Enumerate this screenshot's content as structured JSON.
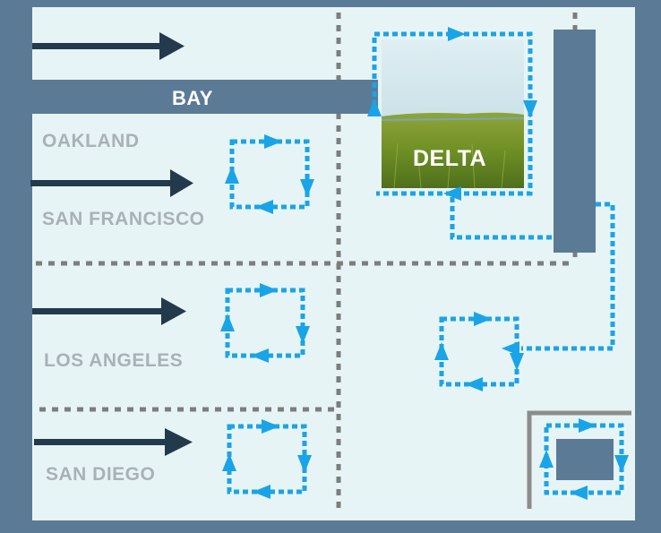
{
  "labels": {
    "bay": "BAY",
    "delta": "DELTA",
    "oakland": "OAKLAND",
    "san_francisco": "SAN FRANCISCO",
    "los_angeles": "LOS ANGELES",
    "san_diego": "SAN DIEGO"
  },
  "colors": {
    "frame": "#5b7a96",
    "panel": "#e7f4f5",
    "bar": "#5b7a96",
    "arrow_dark": "#223a4c",
    "dotted_flow": "#1aa4e8",
    "divider": "#7d7d7d",
    "city_text": "#a9b1b8"
  },
  "icons": {
    "delta_image": "marsh-landscape-photo",
    "flow_arrow": "right-arrow-icon",
    "loop": "circular-flow-icon"
  }
}
